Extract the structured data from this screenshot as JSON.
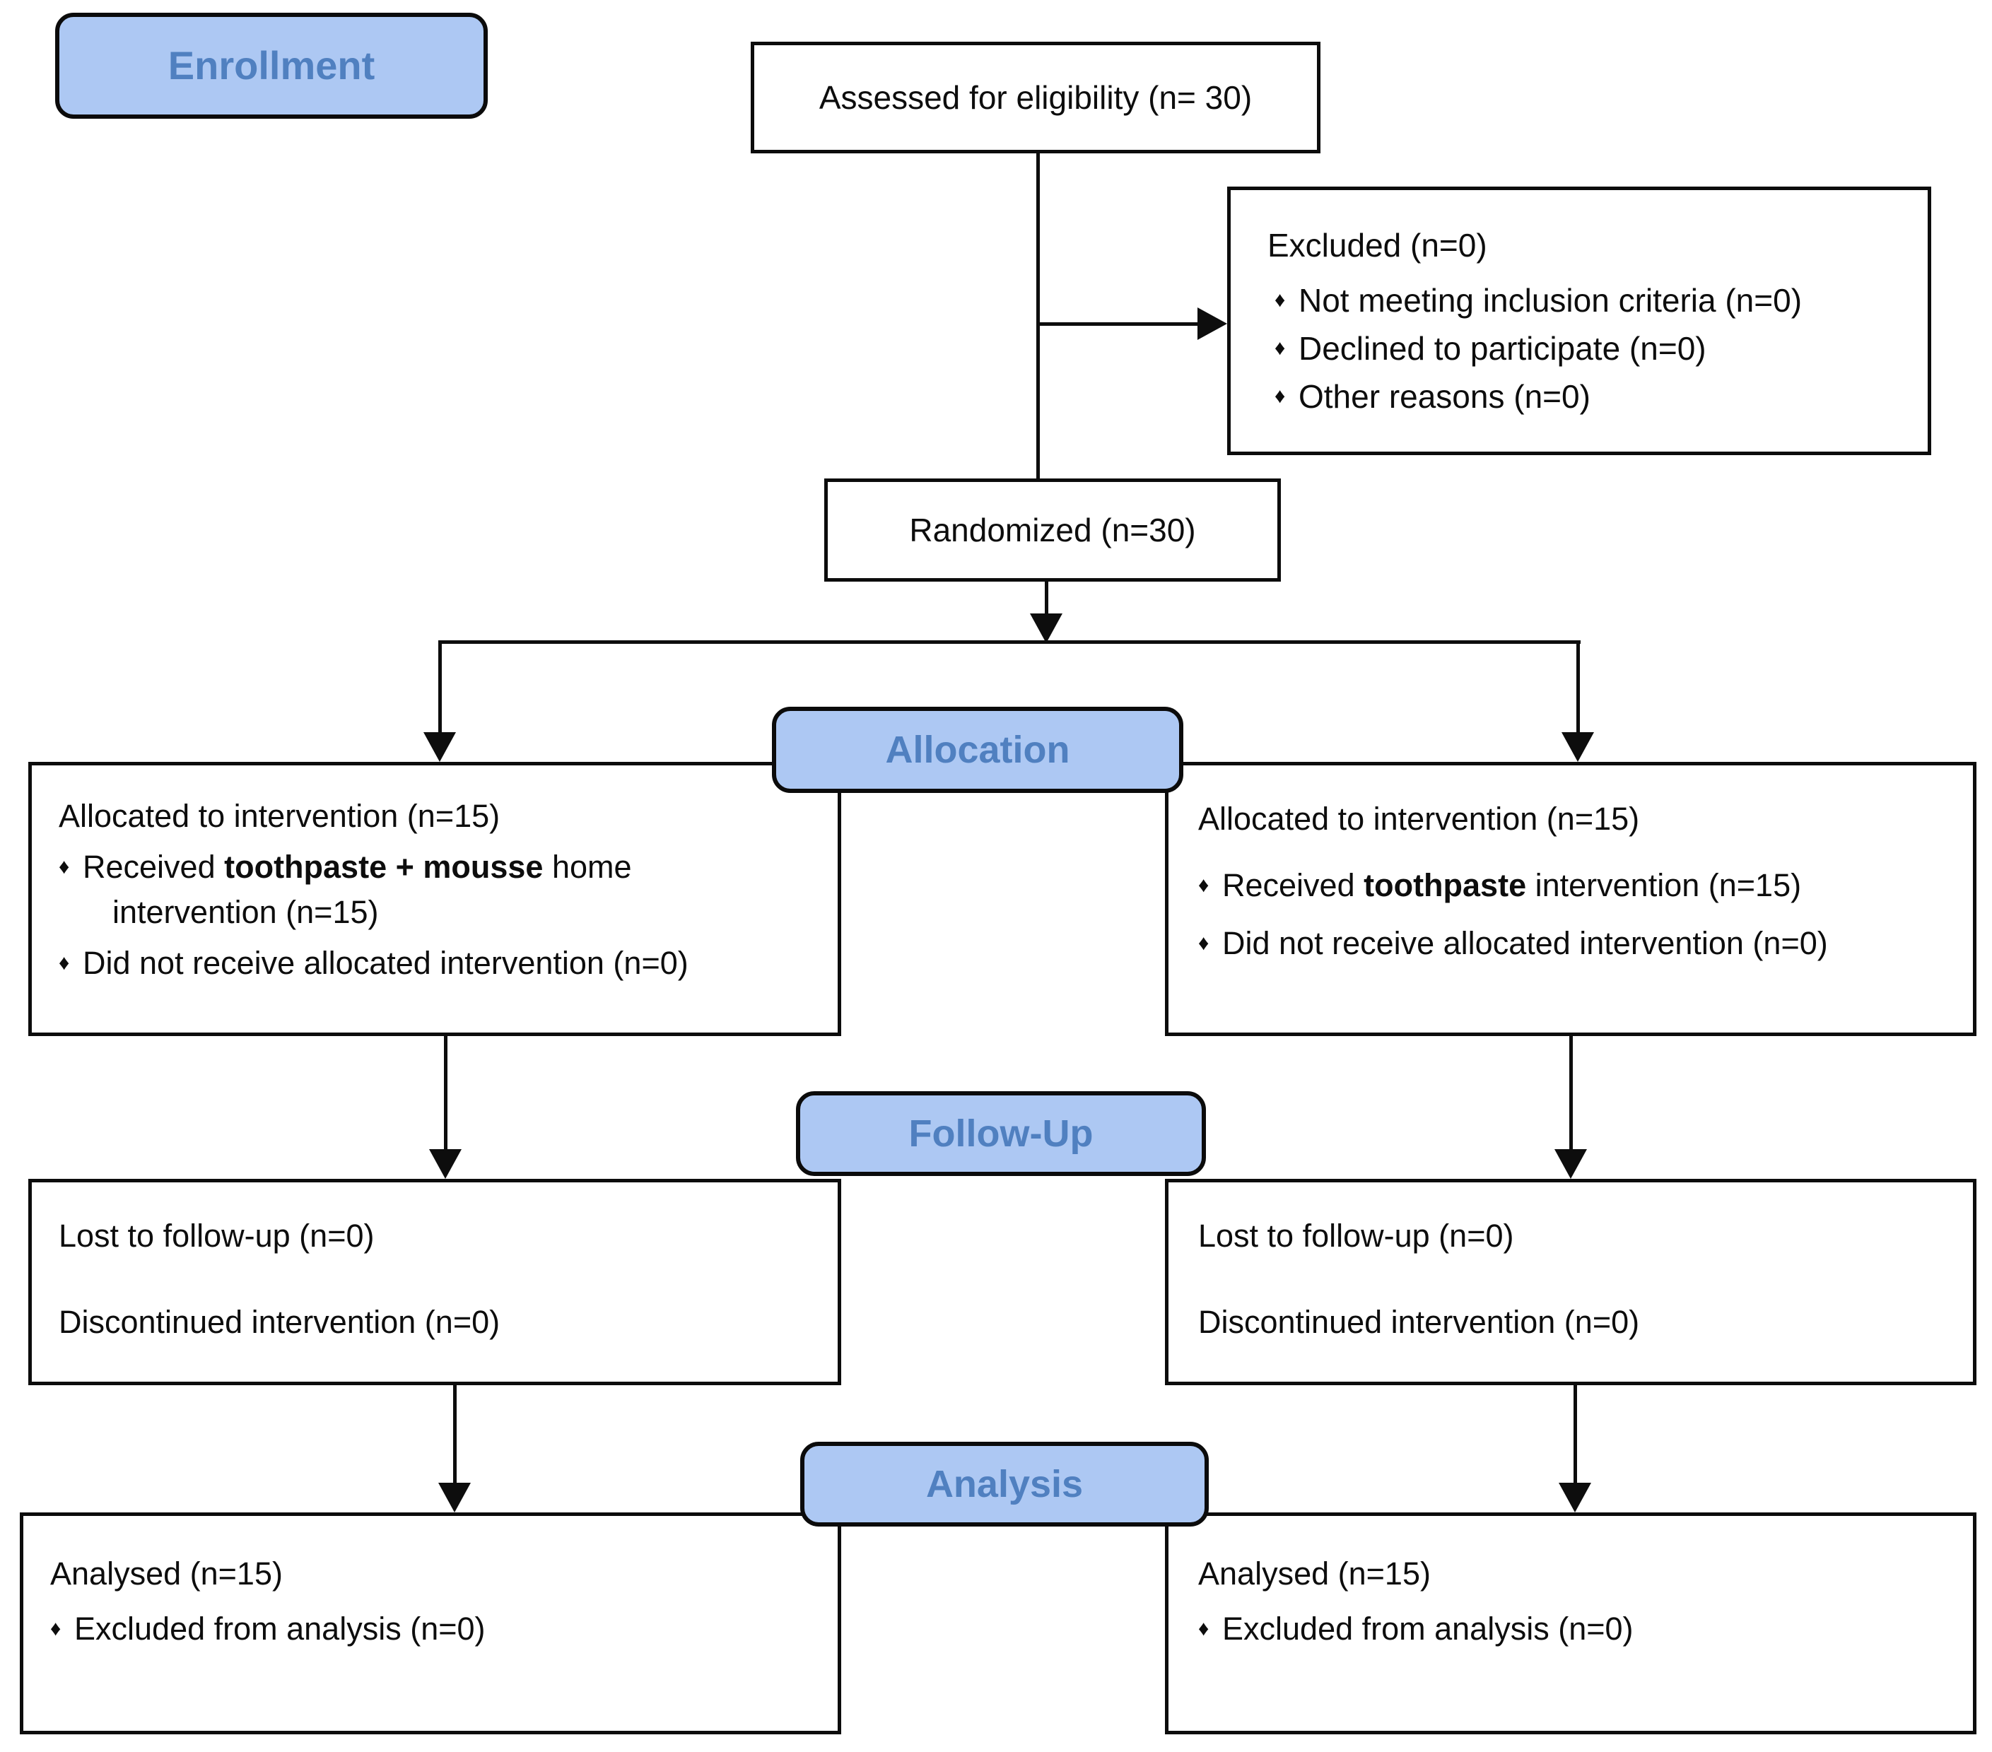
{
  "diagram": {
    "bullet_glyph": "♦",
    "colors": {
      "stage_fill": "#adc8f3",
      "stage_text": "#5080c0",
      "line": "#0d0d0d"
    },
    "stages": {
      "enrollment": {
        "label": "Enrollment"
      },
      "allocation": {
        "label": "Allocation"
      },
      "followup": {
        "label": "Follow-Up"
      },
      "analysis": {
        "label": "Analysis"
      }
    },
    "boxes": {
      "assessed": {
        "text": "Assessed for eligibility (n= 30)"
      },
      "excluded": {
        "title": "Excluded (n=0)",
        "bullets": [
          "Not meeting inclusion criteria (n=0)",
          "Declined to participate (n=0)",
          "Other reasons (n=0)"
        ]
      },
      "randomized": {
        "text": "Randomized (n=30)"
      },
      "alloc_left": {
        "title": "Allocated to intervention (n=15)",
        "bullet1": {
          "prefix": "Received ",
          "bold": "toothpaste + mousse",
          "suffix": " home",
          "line2": "intervention (n=15)"
        },
        "bullet2": "Did not receive allocated intervention (n=0)"
      },
      "alloc_right": {
        "title": "Allocated to intervention (n=15)",
        "bullet1": {
          "prefix": "Received ",
          "bold": "toothpaste",
          "suffix": " intervention (n=15)"
        },
        "bullet2": "Did not receive allocated intervention (n=0)"
      },
      "followup_left": {
        "line1": "Lost to follow-up (n=0)",
        "line2": "Discontinued intervention (n=0)"
      },
      "followup_right": {
        "line1": "Lost to follow-up (n=0)",
        "line2": "Discontinued intervention (n=0)"
      },
      "analysis_left": {
        "title": "Analysed (n=15)",
        "bullet": "Excluded from analysis (n=0)"
      },
      "analysis_right": {
        "title": "Analysed (n=15)",
        "bullet": "Excluded from analysis (n=0)"
      }
    }
  }
}
